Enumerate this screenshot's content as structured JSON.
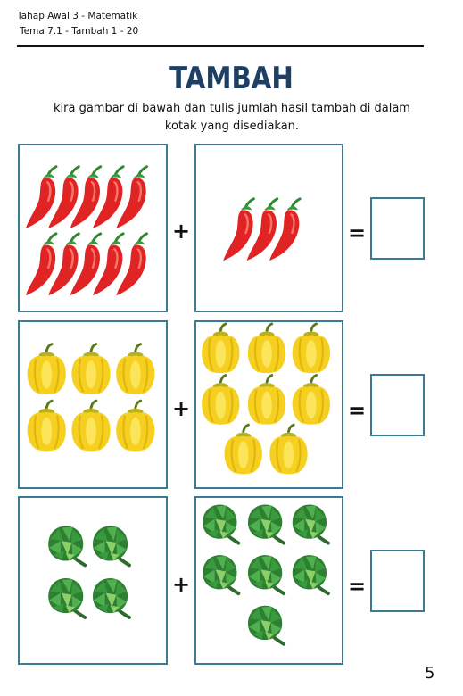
{
  "header": {
    "line1": "Tahap Awal 3 - Matematik",
    "line2": "Tema 7.1 - Tambah 1 - 20"
  },
  "title": "TAMBAH",
  "instruction": {
    "line1": "kira gambar di bawah dan tulis jumlah hasil tambah di dalam",
    "line2": "kotak yang disediakan."
  },
  "operators": {
    "plus": "+",
    "equals": "="
  },
  "page_number": "5",
  "colors": {
    "border": "#3b7a93",
    "title": "#1d3f63",
    "chili": "#e02424",
    "pepper": "#f5d020",
    "artichoke": "#3a9a3e"
  },
  "problems": [
    {
      "item_icon": "red-chili-icon",
      "left_count": 10,
      "right_count": 3,
      "answer": ""
    },
    {
      "item_icon": "yellow-pepper-icon",
      "left_count": 6,
      "right_count": 8,
      "answer": ""
    },
    {
      "item_icon": "artichoke-icon",
      "left_count": 4,
      "right_count": 7,
      "answer": ""
    }
  ]
}
